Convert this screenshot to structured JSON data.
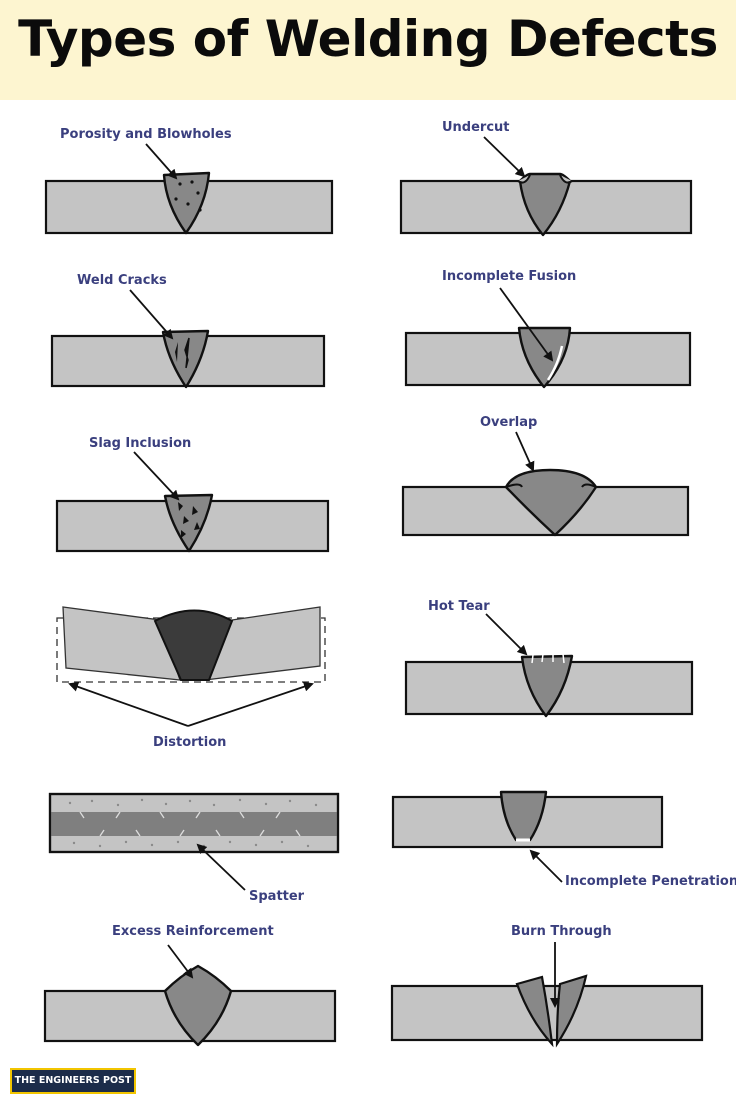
{
  "title": "Types of Welding Defects",
  "defects": [
    {
      "label": "Porosity and Blowholes"
    },
    {
      "label": "Undercut"
    },
    {
      "label": "Weld Cracks"
    },
    {
      "label": "Incomplete Fusion"
    },
    {
      "label": "Slag Inclusion"
    },
    {
      "label": "Overlap"
    },
    {
      "label": "Distortion"
    },
    {
      "label": "Hot Tear"
    },
    {
      "label": "Spatter"
    },
    {
      "label": "Incomplete Penetration"
    },
    {
      "label": "Excess Reinforcement"
    },
    {
      "label": "Burn Through"
    }
  ],
  "logo": {
    "text": "THE ENGINEERS POST"
  },
  "colors": {
    "header_bg": "#fdf5d0",
    "label": "#3a3f7e",
    "plate": "#c4c4c4",
    "weld": "#888888"
  }
}
